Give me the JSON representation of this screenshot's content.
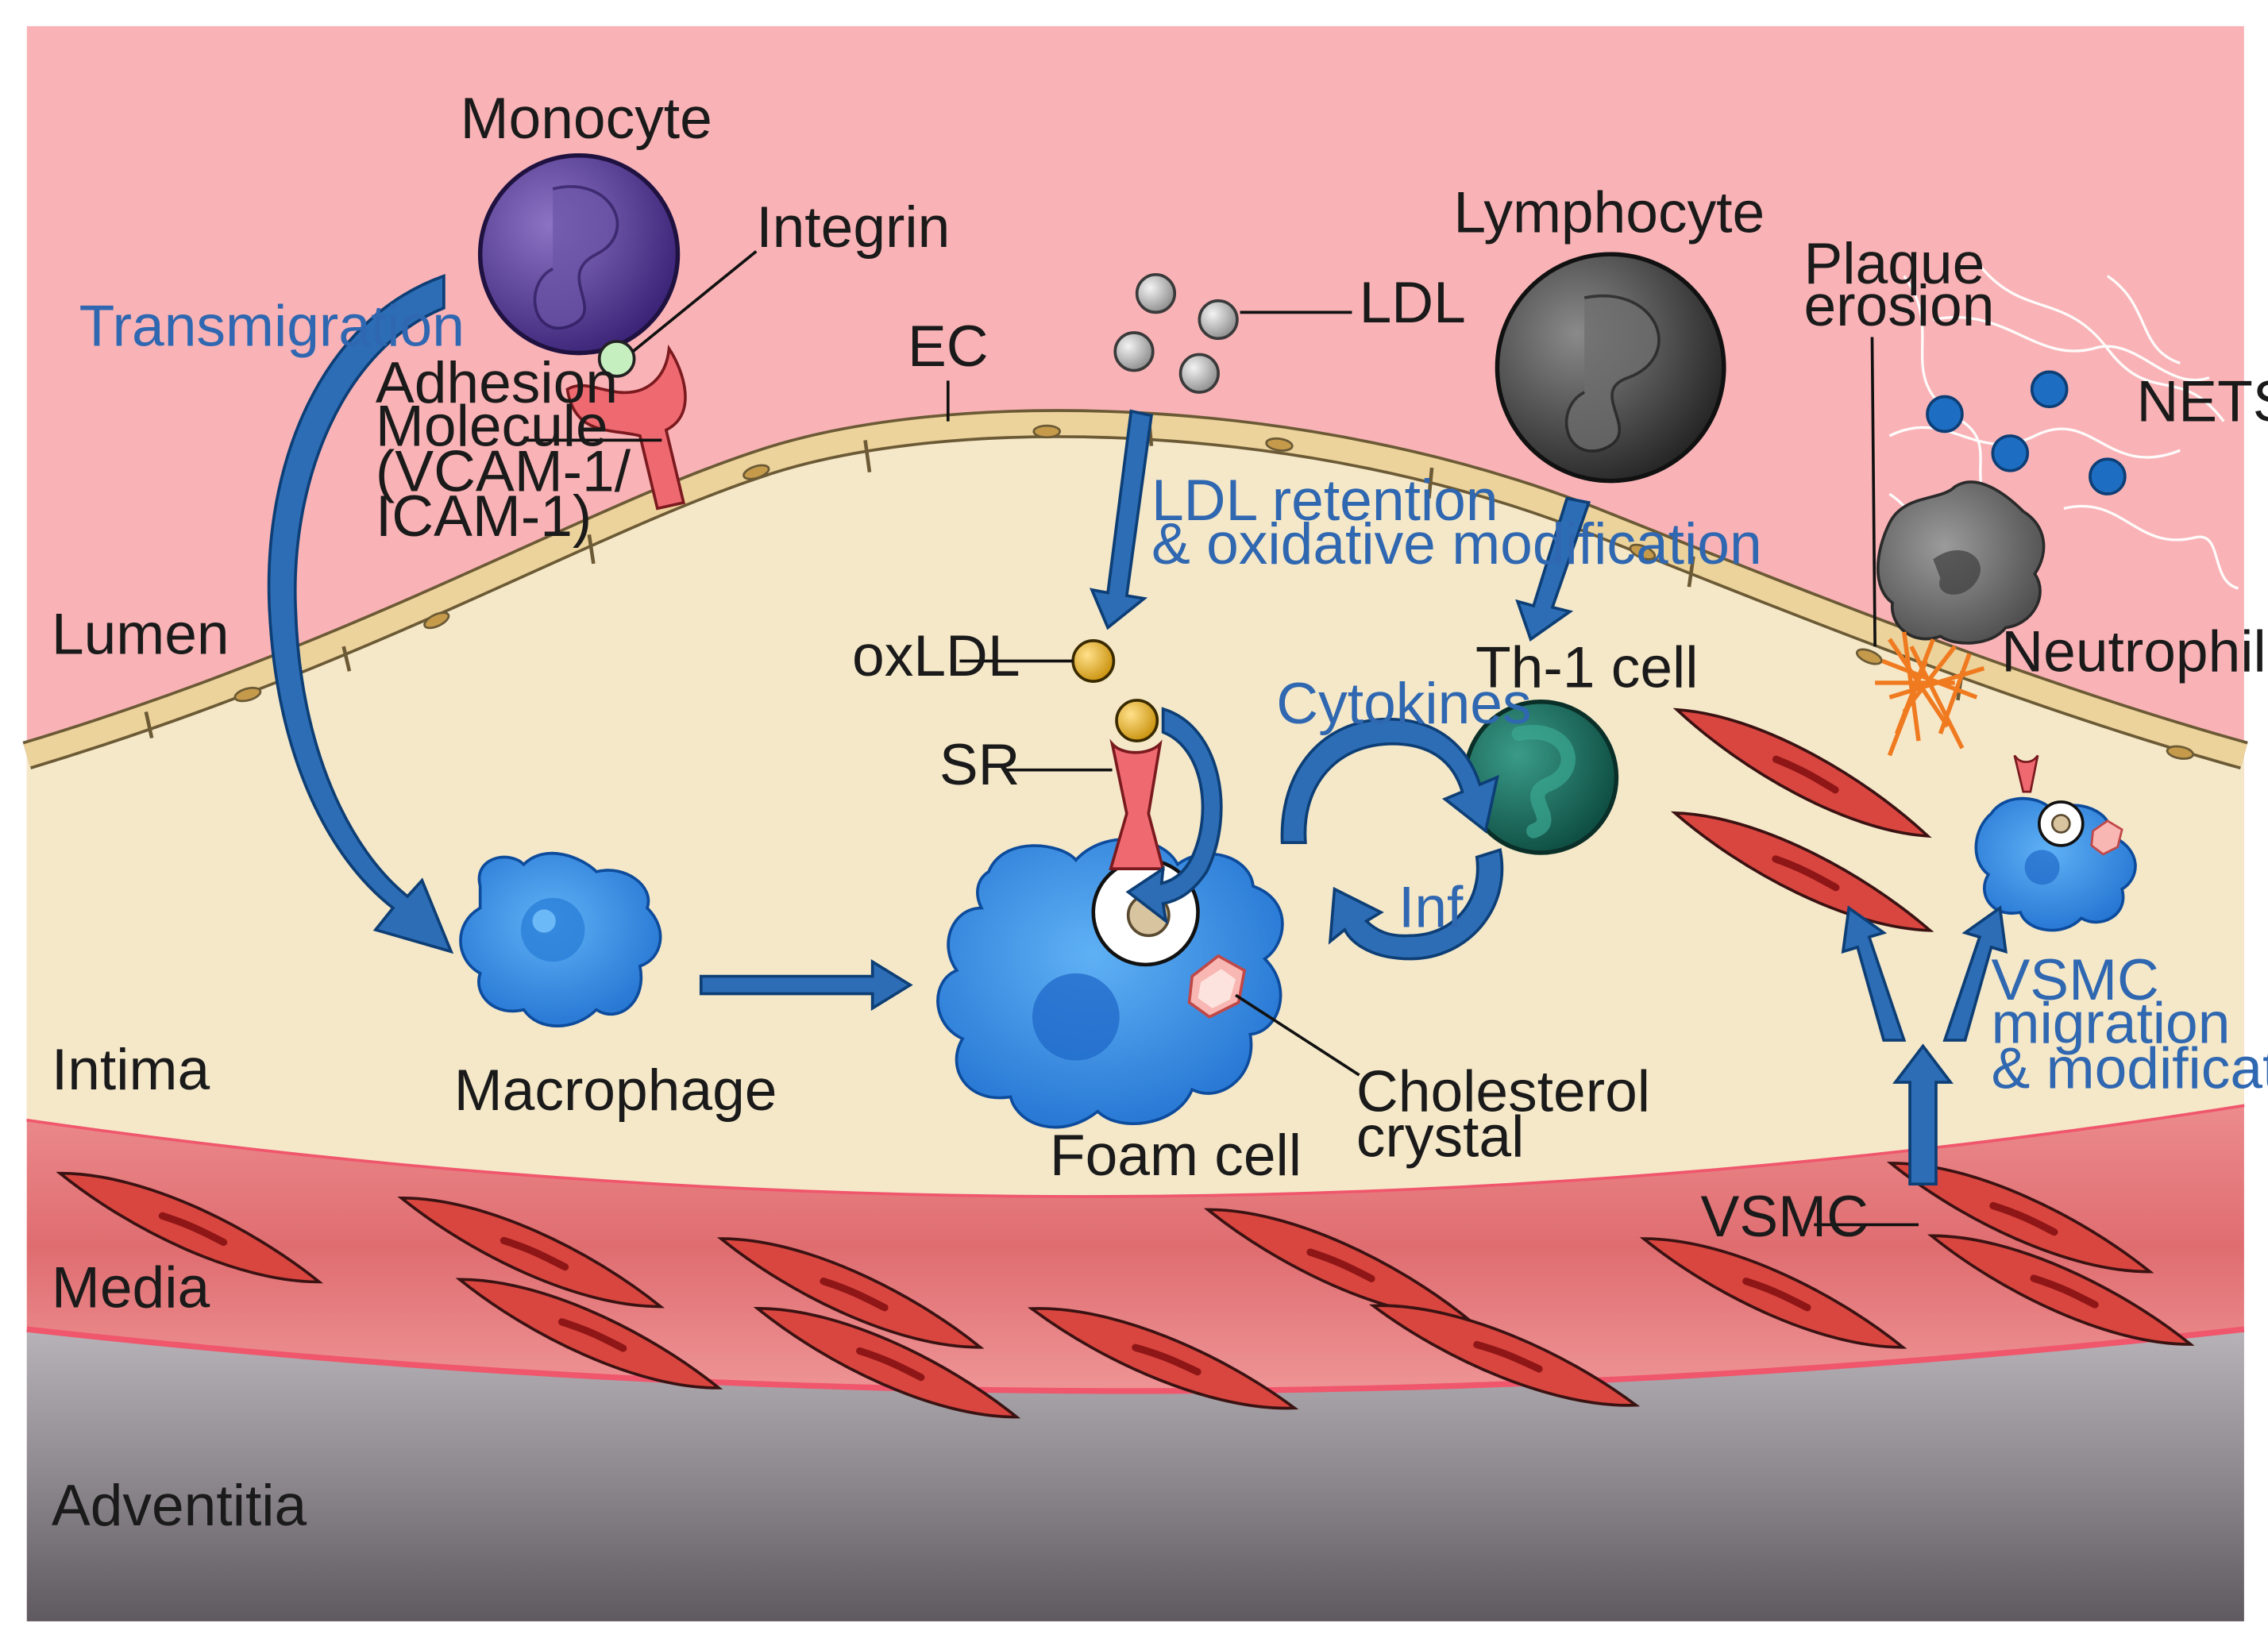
{
  "labels": {
    "monocyte": "Monocyte",
    "integrin": "Integrin",
    "transmigration": "Transmigration",
    "adhesion_1": "Adhesion",
    "adhesion_2": "Molecule",
    "adhesion_3": "(VCAM-1/",
    "adhesion_4": "ICAM-1)",
    "ec": "EC",
    "ldl": "LDL",
    "lymphocyte": "Lymphocyte",
    "plaque_1": "Plaque",
    "plaque_2": "erosion",
    "nets": "NETS",
    "ldl_retention_1": "LDL retention",
    "ldl_retention_2": "& oxidative modification",
    "lumen": "Lumen",
    "oxldl": "oxLDL",
    "th1": "Th-1 cell",
    "neutrophil": "Neutrophil",
    "cytokines": "Cytokines",
    "sr": "SR",
    "inf": "Inf",
    "macrophage": "Macrophage",
    "intima": "Intima",
    "foam_cell": "Foam cell",
    "cholesterol_1": "Cholesterol",
    "cholesterol_2": "crystal",
    "vsmc_migration_1": "VSMC",
    "vsmc_migration_2": "migration",
    "vsmc_migration_3": "& modification",
    "vsmc": "VSMC",
    "media": "Media",
    "adventitia": "Adventitia"
  },
  "colors": {
    "lumen": "#f9b3b6",
    "intima": "#f5e8c9",
    "media": "#e57a7c",
    "adventitia": "#8f8a8f",
    "endothelium": "#e8cc93",
    "arrow_blue": "#2c6db5",
    "monocyte": "#5b3f92",
    "macrophage": "#3d91e0",
    "lymphocyte": "#444444",
    "th1": "#1d6f62",
    "ldl": "#a8a8a8",
    "oxldl": "#e6b12b",
    "vsmc": "#cf3e3e",
    "nets_dots": "#1d6ec2",
    "fibrin": "#f07a1f",
    "label_blue": "#2f67b1"
  }
}
